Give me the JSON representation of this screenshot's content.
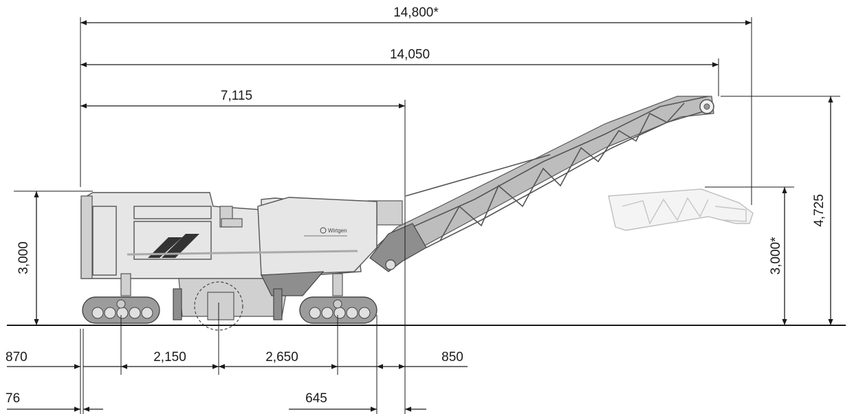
{
  "dimensions": {
    "overall_length_folded": "14,800*",
    "overall_length": "14,050",
    "machine_to_conveyor_pivot": "7,115",
    "height_left": "3,000",
    "height_conveyor_folded": "3,000*",
    "height_conveyor_max": "4,725",
    "front_overhang": "870",
    "front_axle_to_drum": "2,150",
    "drum_to_rear_axle": "2,650",
    "rear_overhang": "850",
    "side_offset": "76",
    "rear_track_to_pivot": "645"
  },
  "branding": {
    "logo_text": "Wirtgen"
  },
  "colors": {
    "line": "#1a1a1a",
    "machine_light": "#e6e6e6",
    "machine_dark": "#8e8e8e",
    "ghost_conveyor": "#c4c4c4"
  }
}
